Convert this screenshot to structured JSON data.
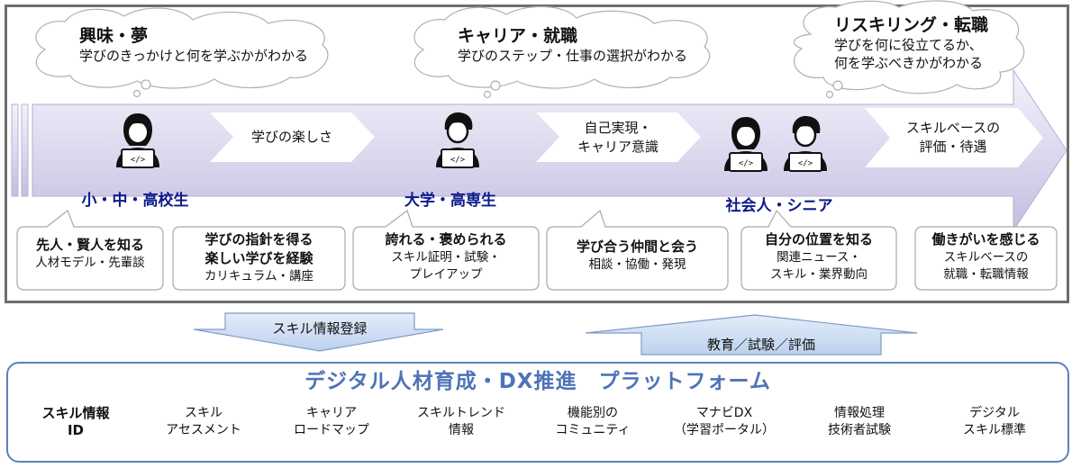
{
  "clouds": [
    {
      "title": "興味・夢",
      "lines": [
        "学びのきっかけと何を学ぶかがわかる"
      ]
    },
    {
      "title": "キャリア・就職",
      "lines": [
        "学びのステップ・仕事の選択がわかる"
      ]
    },
    {
      "title": "リスキリング・転職",
      "lines": [
        "学びを何に役立てるか、",
        "何を学ぶべきかがわかる"
      ]
    }
  ],
  "stages": [
    "小・中・高校生",
    "大学・高専生",
    "社会人・シニア"
  ],
  "chevrons": [
    {
      "lines": [
        "学びの楽しさ"
      ]
    },
    {
      "lines": [
        "自己実現・",
        "キャリア意識"
      ]
    },
    {
      "lines": [
        "スキルベースの",
        "評価・待遇"
      ]
    }
  ],
  "callouts": [
    {
      "title": [
        "先人・賢人を知る"
      ],
      "sub": [
        "人材モデル・先輩談"
      ]
    },
    {
      "title": [
        "学びの指針を得る",
        "楽しい学びを経験"
      ],
      "sub": [
        "カリキュラム・講座"
      ]
    },
    {
      "title": [
        "誇れる・褒められる"
      ],
      "sub": [
        "スキル証明・試験・",
        "プレイアップ"
      ]
    },
    {
      "title": [
        "学び合う仲間と会う"
      ],
      "sub": [
        "相談・協働・発現"
      ]
    },
    {
      "title": [
        "自分の位置を知る"
      ],
      "sub": [
        "関連ニュース・",
        "スキル・業界動向"
      ]
    },
    {
      "title": [
        "働きがいを感じる"
      ],
      "sub": [
        "スキルベースの",
        "就職・転職情報"
      ]
    }
  ],
  "flows": {
    "down": "スキル情報登録",
    "up": "教育／試験／評価"
  },
  "platform": {
    "title": "デジタル人材育成・DX推進　プラットフォーム",
    "modules": [
      {
        "lines": [
          "スキル情報",
          "ID"
        ],
        "bold": true
      },
      {
        "lines": [
          "スキル",
          "アセスメント"
        ]
      },
      {
        "lines": [
          "キャリア",
          "ロードマップ"
        ]
      },
      {
        "lines": [
          "スキルトレンド",
          "情報"
        ]
      },
      {
        "lines": [
          "機能別の",
          "コミュニティ"
        ]
      },
      {
        "lines": [
          "マナビDX",
          "（学習ポータル）"
        ]
      },
      {
        "lines": [
          "情報処理",
          "技術者試験"
        ]
      },
      {
        "lines": [
          "デジタル",
          "スキル標準"
        ]
      }
    ]
  },
  "icons": [
    "person-laptop-icon",
    "person-laptop-icon",
    "person-laptop-icon",
    "person-laptop-icon"
  ],
  "colors": {
    "arrow_purple_light": "#f3f1fa",
    "arrow_purple_dark": "#c6c0e0",
    "stage_text": "#0d1a8a",
    "platform_blue": "#4d73b8",
    "flow_arrow_fill": "#c9daf2",
    "module_fill": "#d3e0f3",
    "frame_gray": "#6e6e6e"
  }
}
